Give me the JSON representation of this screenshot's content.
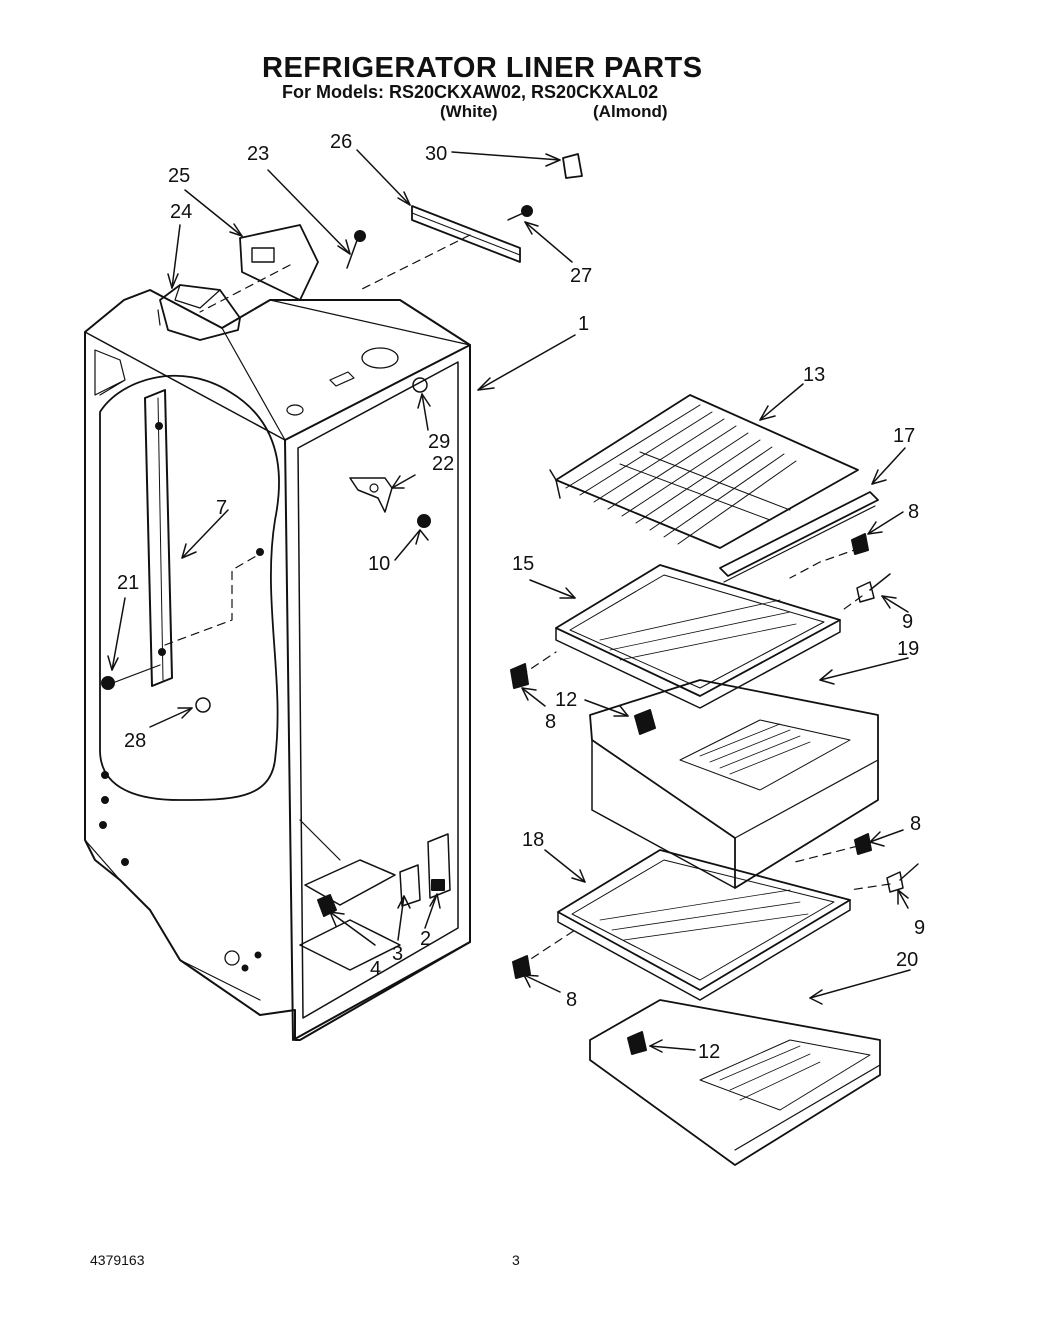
{
  "header": {
    "title": "REFRIGERATOR LINER PARTS",
    "models_line": "For Models: RS20CKXAW02,  RS20CKXAL02",
    "variant_white": "(White)",
    "variant_almond": "(Almond)"
  },
  "footer": {
    "doc_number": "4379163",
    "page_number": "3"
  },
  "callouts": [
    "1",
    "2",
    "3",
    "4",
    "7",
    "8",
    "8",
    "8",
    "8",
    "9",
    "9",
    "10",
    "12",
    "12",
    "13",
    "15",
    "17",
    "18",
    "19",
    "20",
    "21",
    "22",
    "23",
    "24",
    "25",
    "26",
    "27",
    "28",
    "29",
    "30"
  ]
}
